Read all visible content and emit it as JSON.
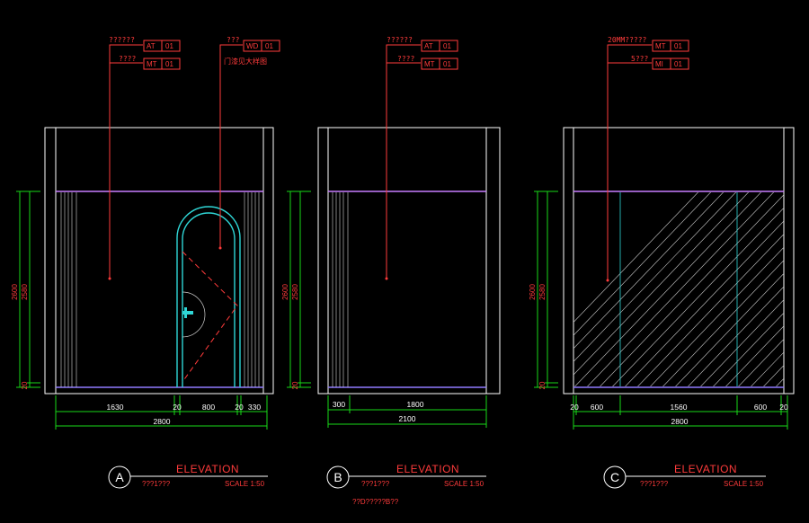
{
  "panels": [
    {
      "id": "A",
      "letter": "A",
      "title": "ELEVATION",
      "subtitle": "???1???",
      "scale": "SCALE  1:50",
      "tags": [
        {
          "text": "??????",
          "code": "AT",
          "num": "01"
        },
        {
          "text": "????",
          "code": "MT",
          "num": "01"
        },
        {
          "text": "???",
          "code": "WD",
          "num": "01"
        }
      ],
      "door_note": "门漆见大样图",
      "height_outer": "2600",
      "height_inner": "2580",
      "height_small": "20",
      "dims_top": [
        "1630",
        "20",
        "800",
        "20",
        "330"
      ],
      "dim_total": "2800"
    },
    {
      "id": "B",
      "letter": "B",
      "title": "ELEVATION",
      "subtitle": "???1???",
      "scale": "SCALE  1:50",
      "tags": [
        {
          "text": "??????",
          "code": "AT",
          "num": "01"
        },
        {
          "text": "????",
          "code": "MT",
          "num": "01"
        }
      ],
      "height_outer": "2600",
      "height_inner": "2580",
      "height_small": "20",
      "dims_top": [
        "300",
        "1800"
      ],
      "dim_total": "2100"
    },
    {
      "id": "C",
      "letter": "C",
      "title": "ELEVATION",
      "subtitle": "???1???",
      "scale": "SCALE  1:50",
      "tags": [
        {
          "text": "20MM?????",
          "code": "MT",
          "num": "01"
        },
        {
          "text": "5???",
          "code": "MI",
          "num": "01"
        }
      ],
      "height_outer": "2600",
      "height_inner": "2580",
      "height_small": "20",
      "dims_top": [
        "20",
        "600",
        "1560",
        "600",
        "20"
      ],
      "dim_total": "2800"
    }
  ],
  "sheet_caption": "??D?????B??",
  "colors": {
    "background": "#000000",
    "annotation": "#ff3b3b",
    "dimension": "#18d818",
    "door_outline": "#2fd6d6",
    "ceiling_line": "#c77dff",
    "wall": "#ffffff"
  }
}
